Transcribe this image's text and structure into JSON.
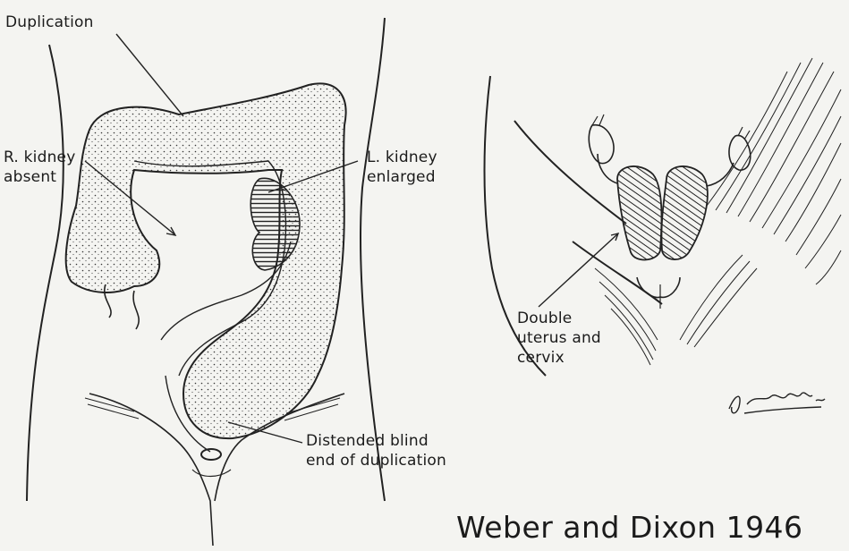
{
  "labels": {
    "duplication": "Duplication",
    "r_kidney": "R. kidney\nabsent",
    "l_kidney": "L. kidney\nenlarged",
    "double_uterus": "Double\nuterus and\ncervix",
    "blind_end": "Distended blind\nend of duplication"
  },
  "citation": "Weber and Dixon 1946",
  "colors": {
    "ink": "#1b1b1b",
    "paper": "#f4f4f1"
  }
}
